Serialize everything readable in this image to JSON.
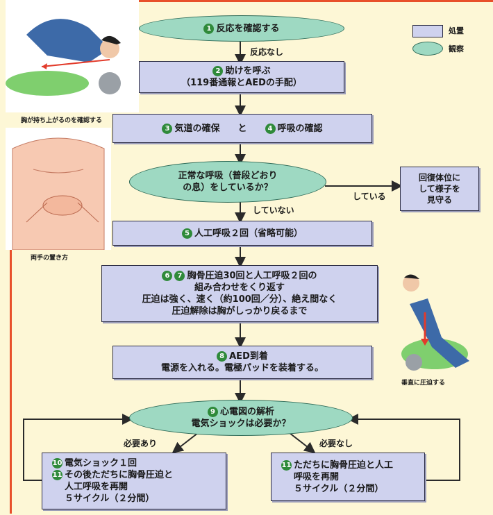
{
  "steps": {
    "s1": {
      "num": "1",
      "text": "反応を確認する"
    },
    "s1_edge": "反応なし",
    "s2": {
      "num": "2",
      "line1": "助けを呼ぶ",
      "line2": "（119番通報とAEDの手配）"
    },
    "s3": {
      "num3": "3",
      "text3": "気道の確保",
      "and": "と",
      "num4": "4",
      "text4": "呼吸の確認"
    },
    "q1": {
      "line1": "正常な呼吸（普段どおり",
      "line2": "の息）をしているか？"
    },
    "q1_yes": "している",
    "q1_no": "していない",
    "recovery": {
      "line1": "回復体位に",
      "line2": "して様子を",
      "line3": "見守る"
    },
    "s5": {
      "num": "5",
      "text": "人工呼吸２回（省略可能）"
    },
    "s67": {
      "num6": "6",
      "num7": "7",
      "line1": "胸骨圧迫30回と人工呼吸２回の",
      "line2": "組み合わせをくり返す",
      "line3": "圧迫は強く、速く（約100回／分）、絶え間なく",
      "line4": "圧迫解除は胸がしっかり戻るまで"
    },
    "s8": {
      "num": "8",
      "line1": "AED到着",
      "line2": "電源を入れる。電極パッドを装着する。"
    },
    "s9": {
      "num": "9",
      "line1": "心電図の解析",
      "line2": "電気ショックは必要か？"
    },
    "s9_yes": "必要あり",
    "s9_no": "必要なし",
    "s10": {
      "num10": "10",
      "line1": "電気ショック１回",
      "num11": "11",
      "line2": "その後ただちに胸骨圧迫と",
      "line3": "人工呼吸を再開",
      "line4": "５サイクル（２分間）"
    },
    "s11": {
      "num": "11",
      "line1": "ただちに胸骨圧迫と人工",
      "line2": "呼吸を再開",
      "line3": "５サイクル（２分間）"
    }
  },
  "legend": {
    "action": "処置",
    "observe": "観察"
  },
  "captions": {
    "chest_rise": "胸が持ち上がるのを確認する",
    "hand_position": "両手の置き方",
    "vertical_press": "垂直に圧迫する"
  },
  "colors": {
    "action_box": "#cfd2ee",
    "observe_ellipse": "#9ed9c2",
    "background": "#fdf7d6",
    "accent_line": "#e8502a"
  }
}
